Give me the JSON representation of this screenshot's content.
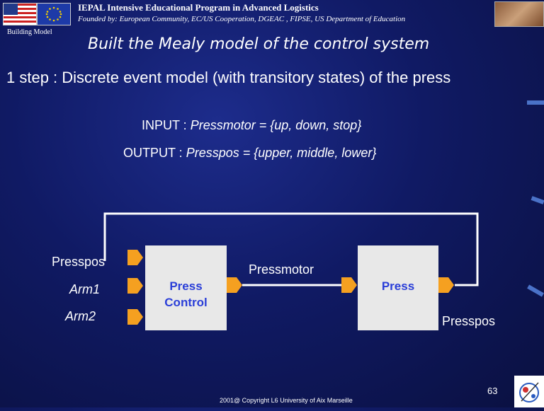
{
  "header": {
    "title": "IEPAL Intensive Educational Program in Advanced Logistics",
    "subtitle": "Founded by: European Community, EC/US Cooperation, DGEAC , FIPSE, US Department of Education"
  },
  "section_label": "Building Model",
  "slide_title": "Built the Mealy model of the control system",
  "subtitle": "1 step : Discrete event model (with transitory states)  of the press",
  "input": {
    "prefix": "INPUT : ",
    "value": "Pressmotor = {up, down, stop}"
  },
  "output": {
    "prefix": "OUTPUT : ",
    "value": "Presspos = {upper, middle, lower}"
  },
  "diagram": {
    "control_block": {
      "line1": "Press",
      "line2": "Control"
    },
    "press_block": "Press",
    "inputs": [
      "Presspos",
      "Arm1",
      "Arm2"
    ],
    "link_label": "Pressmotor",
    "output_label": "Presspos"
  },
  "footer": "2001@ Copyright  L6 University of Aix Marseille",
  "page_number": "63"
}
